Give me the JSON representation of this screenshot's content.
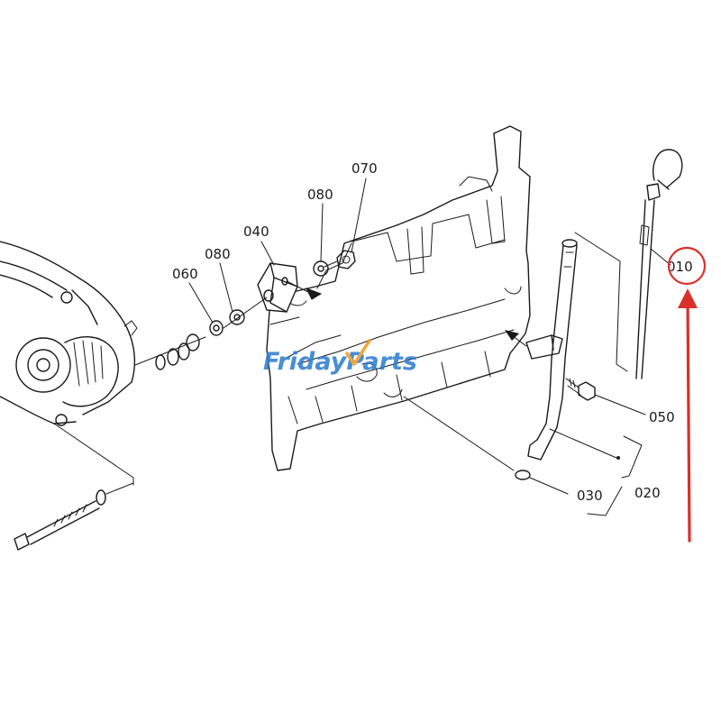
{
  "parts": [
    {
      "id": "p010",
      "number": "010"
    },
    {
      "id": "p020",
      "number": "020"
    },
    {
      "id": "p030",
      "number": "030"
    },
    {
      "id": "p040",
      "number": "040"
    },
    {
      "id": "p050",
      "number": "050"
    },
    {
      "id": "p060",
      "number": "060"
    },
    {
      "id": "p070",
      "number": "070"
    },
    {
      "id": "p080a",
      "number": "080"
    },
    {
      "id": "p080b",
      "number": "080"
    }
  ],
  "highlighted_part": "010",
  "watermark": {
    "text_part1": "Friday",
    "text_part2": "Parts",
    "color_blue": "#2f7fd0",
    "color_orange": "#f39a1e"
  },
  "colors": {
    "line": "#1a1a1a",
    "highlight": "#d9302a",
    "background": "#ffffff"
  }
}
